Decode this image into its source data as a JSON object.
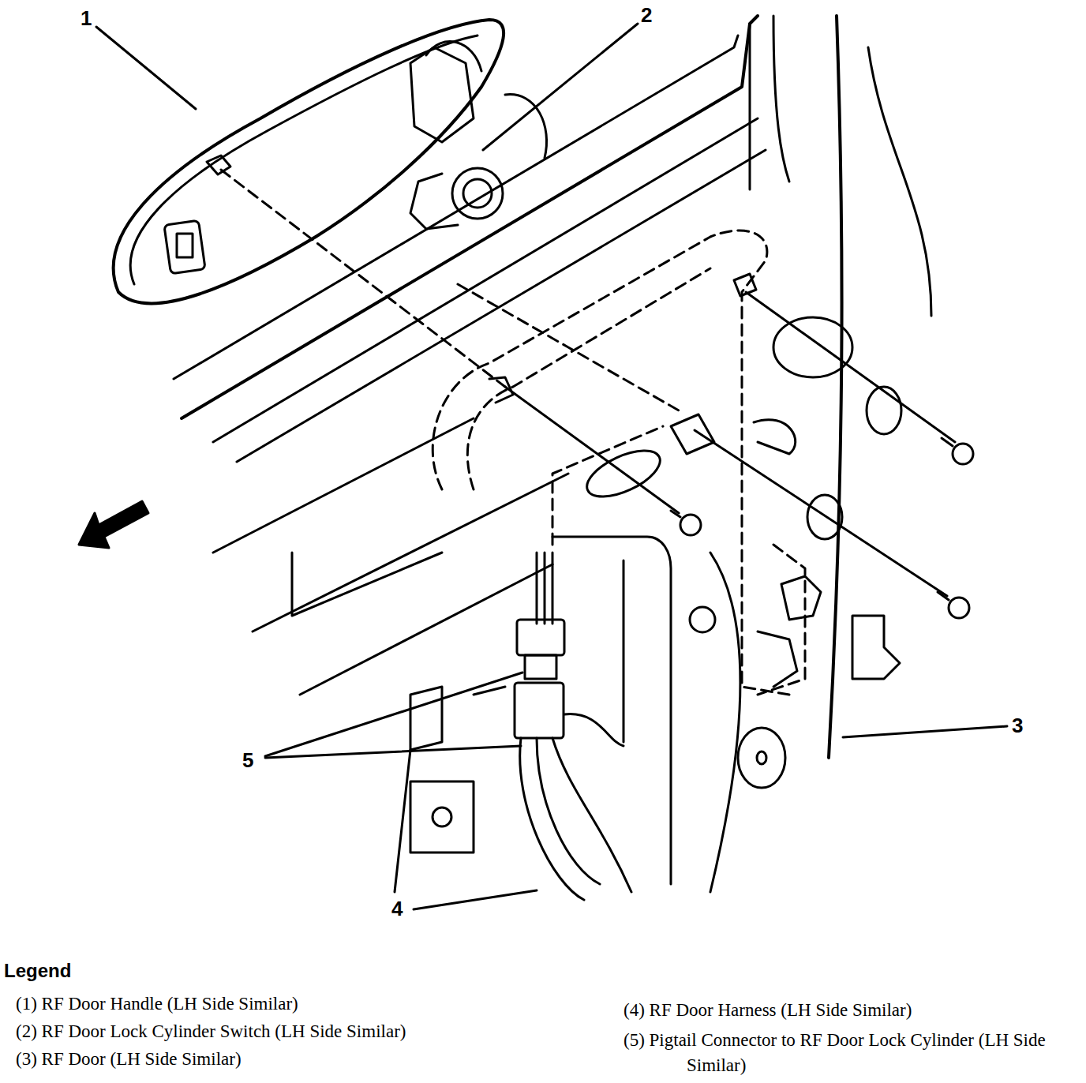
{
  "diagram": {
    "labels": [
      "1",
      "2",
      "3",
      "4",
      "5",
      "Legend"
    ],
    "legend": [
      {
        "text": "(1) RF Door Handle (LH Side Similar)"
      },
      {
        "text": "(2) RF Door Lock Cylinder Switch (LH Side Similar)"
      },
      {
        "text": "(3) RF Door (LH Side Similar)"
      },
      {
        "text": "(4) RF Door Harness (LH Side Similar)"
      },
      {
        "text": "(5) Pigtail Connector to RF Door Lock Cylinder (LH Side Similar)"
      }
    ]
  }
}
